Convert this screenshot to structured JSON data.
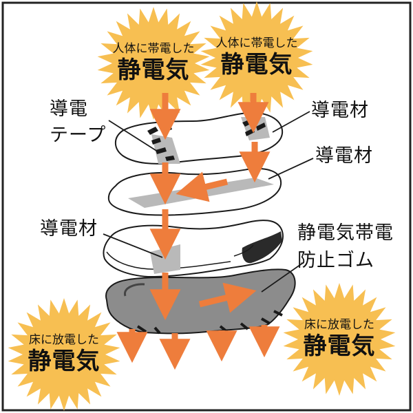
{
  "bursts": {
    "top_left": {
      "line1": "人体に帯電した",
      "line2": "静電気"
    },
    "top_right": {
      "line1": "人体に帯電した",
      "line2": "静電気"
    },
    "bottom_left": {
      "line1": "床に放電した",
      "line2": "静電気"
    },
    "bottom_right": {
      "line1": "床に放電した",
      "line2": "静電気"
    }
  },
  "labels": {
    "conductive_tape_line1": "導電",
    "conductive_tape_line2": "テープ",
    "conductive_material_insole": "導電材",
    "conductive_material_middle": "導電材",
    "conductive_material_midsole": "導電材",
    "antistatic_rubber_line1": "静電気帯電",
    "antistatic_rubber_line2": "防止ゴム"
  },
  "colors": {
    "arrow": "#ee7d3c",
    "burst": "#f7bf52",
    "conductive_strip": "#b9b9b9",
    "outsole": "#8c8c8c",
    "outline": "#1a1a1a",
    "frame": "#222222"
  }
}
